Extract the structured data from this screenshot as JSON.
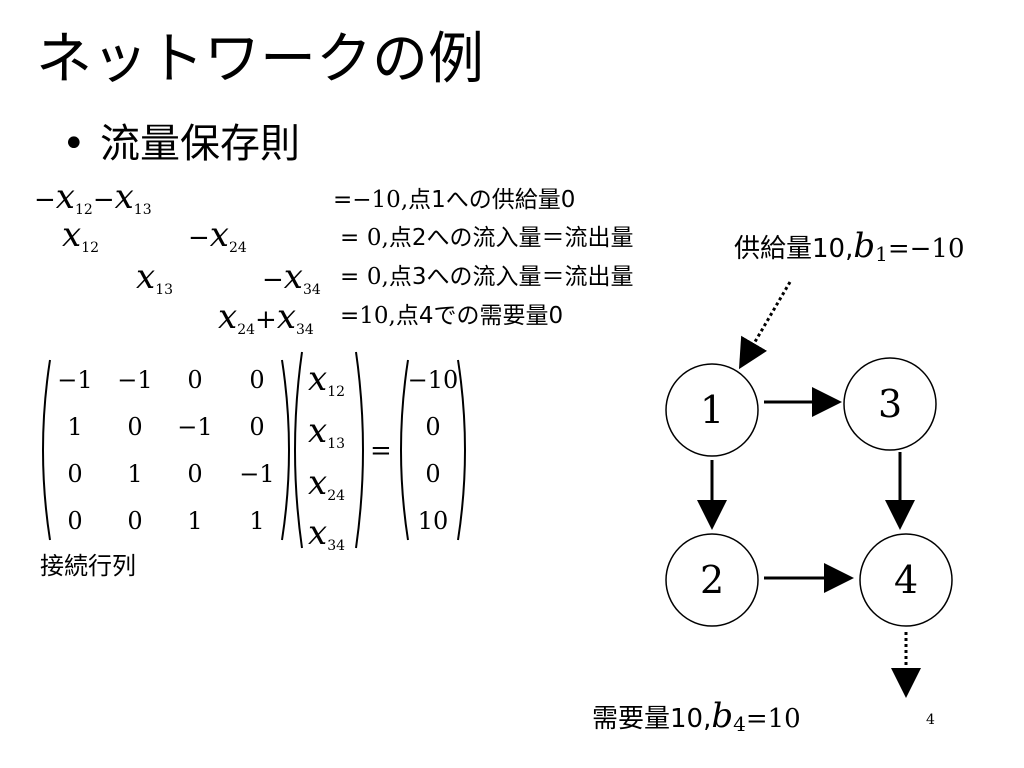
{
  "slide": {
    "title": "ネットワークの例",
    "bullet": "流量保存則",
    "page_number": "4"
  },
  "equations": [
    {
      "lhs": [
        "−x12−x13"
      ],
      "rhs_value": "=−10,",
      "rhs_text": "点1への供給量0"
    },
    {
      "lhs": [
        "x12 −x24"
      ],
      "rhs_value": "= 0,",
      "rhs_text": "点2への流入量＝流出量"
    },
    {
      "lhs": [
        "x13 −x34"
      ],
      "rhs_value": "= 0,",
      "rhs_text": "点3への流入量＝流出量"
    },
    {
      "lhs": [
        "x24+x34"
      ],
      "rhs_value": "=10,",
      "rhs_text": "点4での需要量0"
    }
  ],
  "terms": {
    "minus": "−",
    "plus": "+",
    "x": "x",
    "s12": "12",
    "s13": "13",
    "s24": "24",
    "s34": "34",
    "r1a": "=",
    "r1b": "−10,",
    "r1c": "点1への供給量0",
    "r2a": "=",
    "r2b": "0,",
    "r2c": "点2への流入量＝流出量",
    "r3a": "=",
    "r3b": "0,",
    "r3c": "点3への流入量＝流出量",
    "r4a": "=",
    "r4b": "10,",
    "r4c": "点4での需要量0"
  },
  "matrix": {
    "rows": [
      [
        "−1",
        "−1",
        "0",
        "0"
      ],
      [
        "1",
        "0",
        "−1",
        "0"
      ],
      [
        "0",
        "1",
        "0",
        "−1"
      ],
      [
        "0",
        "0",
        "1",
        "1"
      ]
    ],
    "vector_x": [
      "x12",
      "x13",
      "x24",
      "x34"
    ],
    "equals": "=",
    "rhs": [
      "−10",
      "0",
      "0",
      "10"
    ],
    "caption": "接続行列"
  },
  "network": {
    "nodes": [
      "1",
      "3",
      "2",
      "4"
    ],
    "supply_label": "供給量10,",
    "supply_var": "b",
    "supply_sub": "1",
    "supply_val": "=−10",
    "demand_label": "需要量10,",
    "demand_var": "b",
    "demand_sub": "4",
    "demand_val": "=10"
  }
}
